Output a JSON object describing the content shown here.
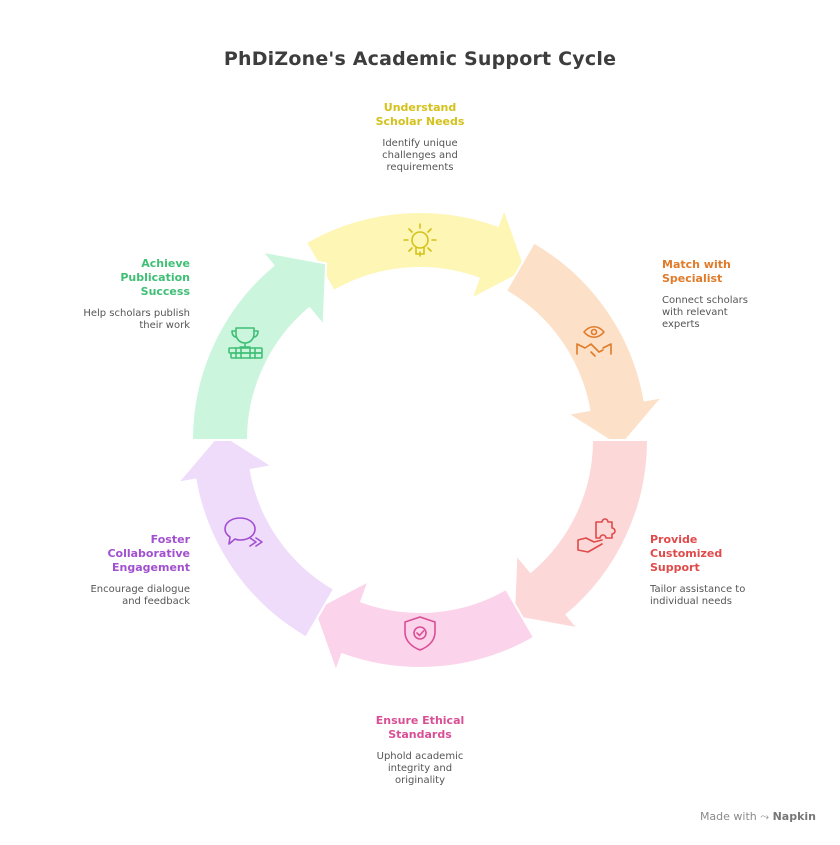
{
  "title": "PhDiZone's Academic Support Cycle",
  "steps": [
    {
      "id": "understand",
      "title_l1": "Understand",
      "title_l2": "Scholar Needs",
      "desc_l1": "Identify unique",
      "desc_l2": "challenges and",
      "desc_l3": "requirements",
      "color": "#d4c21b",
      "fill": "#fdf6b5",
      "icon": "gear-bulb-icon"
    },
    {
      "id": "match",
      "title_l1": "Match with",
      "title_l2": "Specialist",
      "desc_l1": "Connect scholars",
      "desc_l2": "with relevant",
      "desc_l3": "experts",
      "color": "#e07b29",
      "fill": "#fde0c8",
      "icon": "handshake-eye-icon"
    },
    {
      "id": "provide",
      "title_l1": "Provide",
      "title_l2": "Customized",
      "title_l3": "Support",
      "desc_l1": "Tailor assistance to",
      "desc_l2": "individual needs",
      "color": "#e04a4a",
      "fill": "#fcd8d8",
      "icon": "puzzle-hand-icon"
    },
    {
      "id": "ethics",
      "title_l1": "Ensure Ethical",
      "title_l2": "Standards",
      "desc_l1": "Uphold academic",
      "desc_l2": "integrity and",
      "desc_l3": "originality",
      "color": "#d94f96",
      "fill": "#fbd3ea",
      "icon": "shield-check-icon"
    },
    {
      "id": "foster",
      "title_l1": "Foster",
      "title_l2": "Collaborative",
      "title_l3": "Engagement",
      "desc_l1": "Encourage dialogue",
      "desc_l2": "and feedback",
      "color": "#a24fd0",
      "fill": "#efdcfb",
      "icon": "chat-bubble-icon"
    },
    {
      "id": "achieve",
      "title_l1": "Achieve",
      "title_l2": "Publication",
      "title_l3": "Success",
      "desc_l1": "Help scholars publish",
      "desc_l2": "their work",
      "color": "#3fbf75",
      "fill": "#ccf5de",
      "icon": "trophy-books-icon"
    }
  ],
  "footer": {
    "made_with": "Made with",
    "brand": "Napkin"
  }
}
